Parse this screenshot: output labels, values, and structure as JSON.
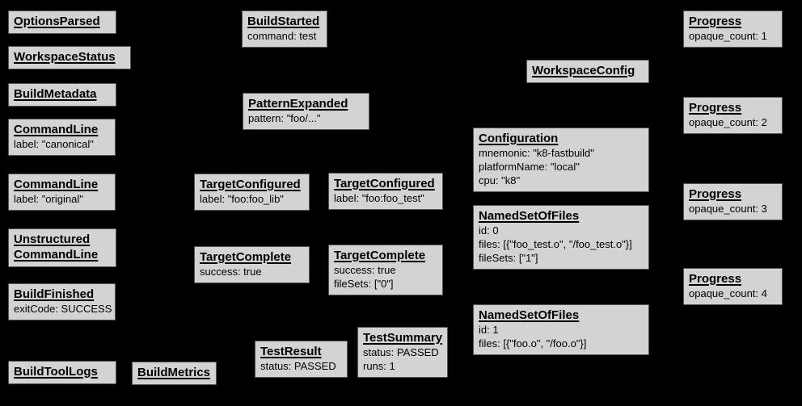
{
  "canvas": {
    "background": "#000000",
    "node_fill": "#d3d3d3",
    "node_border": "#555555",
    "text_color": "#000000"
  },
  "diagram": {
    "description": "Build event protocol graph",
    "nodes": [
      {
        "id": "options-parsed",
        "title_lines": [
          "OptionsParsed"
        ],
        "details": []
      },
      {
        "id": "workspace-status",
        "title_lines": [
          "WorkspaceStatus"
        ],
        "details": []
      },
      {
        "id": "build-metadata",
        "title_lines": [
          "BuildMetadata"
        ],
        "details": []
      },
      {
        "id": "command-line-canonical",
        "title_lines": [
          "CommandLine"
        ],
        "details": [
          "label: \"canonical\""
        ]
      },
      {
        "id": "command-line-original",
        "title_lines": [
          "CommandLine"
        ],
        "details": [
          "label: \"original\""
        ]
      },
      {
        "id": "unstructured-command-line",
        "title_lines": [
          "Unstructured",
          "CommandLine"
        ],
        "details": []
      },
      {
        "id": "build-finished",
        "title_lines": [
          "BuildFinished"
        ],
        "details": [
          "exitCode: SUCCESS"
        ]
      },
      {
        "id": "build-tool-logs",
        "title_lines": [
          "BuildToolLogs"
        ],
        "details": []
      },
      {
        "id": "build-metrics",
        "title_lines": [
          "BuildMetrics"
        ],
        "details": []
      },
      {
        "id": "build-started",
        "title_lines": [
          "BuildStarted"
        ],
        "details": [
          "command: test"
        ]
      },
      {
        "id": "pattern-expanded",
        "title_lines": [
          "PatternExpanded"
        ],
        "details": [
          "pattern: \"foo/...\""
        ]
      },
      {
        "id": "target-configured-foo-lib",
        "title_lines": [
          "TargetConfigured"
        ],
        "details": [
          "label: \"foo:foo_lib\""
        ]
      },
      {
        "id": "target-complete-foo-lib",
        "title_lines": [
          "TargetComplete"
        ],
        "details": [
          "success: true"
        ]
      },
      {
        "id": "target-configured-foo-test",
        "title_lines": [
          "TargetConfigured"
        ],
        "details": [
          "label: \"foo:foo_test\""
        ]
      },
      {
        "id": "target-complete-foo-test",
        "title_lines": [
          "TargetComplete"
        ],
        "details": [
          "success: true",
          "fileSets: [\"0\"]"
        ]
      },
      {
        "id": "test-result",
        "title_lines": [
          "TestResult"
        ],
        "details": [
          "status: PASSED"
        ]
      },
      {
        "id": "test-summary",
        "title_lines": [
          "TestSummary"
        ],
        "details": [
          "status: PASSED",
          "runs: 1"
        ]
      },
      {
        "id": "workspace-config",
        "title_lines": [
          "WorkspaceConfig"
        ],
        "details": []
      },
      {
        "id": "configuration",
        "title_lines": [
          "Configuration"
        ],
        "details": [
          "mnemonic: \"k8-fastbuild\"",
          "platformName: \"local\"",
          "cpu: \"k8\""
        ]
      },
      {
        "id": "named-set-of-files-0",
        "title_lines": [
          "NamedSetOfFiles"
        ],
        "details": [
          "id: 0",
          "files: [{\"foo_test.o\", \"/foo_test.o\"}]",
          "fileSets: [\"1\"]"
        ]
      },
      {
        "id": "named-set-of-files-1",
        "title_lines": [
          "NamedSetOfFiles"
        ],
        "details": [
          "id: 1",
          "files: [{\"foo.o\", \"/foo.o\"}]"
        ]
      },
      {
        "id": "progress-1",
        "title_lines": [
          "Progress"
        ],
        "details": [
          "opaque_count: 1"
        ]
      },
      {
        "id": "progress-2",
        "title_lines": [
          "Progress"
        ],
        "details": [
          "opaque_count: 2"
        ]
      },
      {
        "id": "progress-3",
        "title_lines": [
          "Progress"
        ],
        "details": [
          "opaque_count: 3"
        ]
      },
      {
        "id": "progress-4",
        "title_lines": [
          "Progress"
        ],
        "details": [
          "opaque_count: 4"
        ]
      }
    ]
  }
}
